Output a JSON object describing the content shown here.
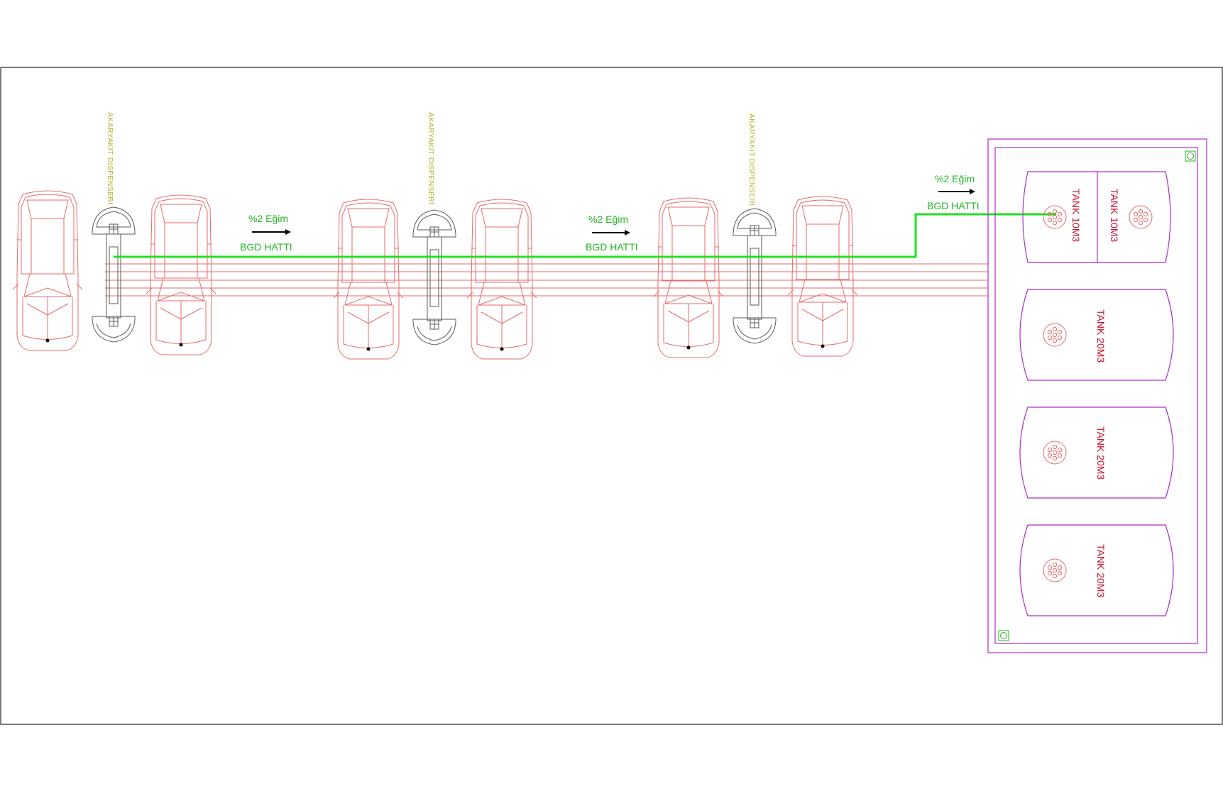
{
  "colors": {
    "frame": "#222222",
    "car": "#e86a6a",
    "pipe": "#e86a6a",
    "bgd_line": "#22e022",
    "label_green": "#22b422",
    "dispenser_label": "#b4b432",
    "tank_outline": "#b02cc8",
    "tank_label": "#c8102e",
    "dispenser": "#5a5a5a"
  },
  "dispensers": [
    {
      "label": "AKARYAKIT DISPENSERI"
    },
    {
      "label": "AKARYAKIT DISPENSERI"
    },
    {
      "label": "AKARYAKIT DISPENSERI"
    }
  ],
  "slope_labels": [
    {
      "slope": "%2 Eğim",
      "line": "BGD HATTI"
    },
    {
      "slope": "%2 Eğim",
      "line": "BGD HATTI"
    },
    {
      "slope": "%2 Eğim",
      "line": "BGD HATTI"
    }
  ],
  "tanks": [
    {
      "label": "TANK 10M3"
    },
    {
      "label": "TANK 10M3"
    },
    {
      "label": "TANK 20M3"
    },
    {
      "label": "TANK 20M3"
    },
    {
      "label": "TANK 20M3"
    }
  ]
}
